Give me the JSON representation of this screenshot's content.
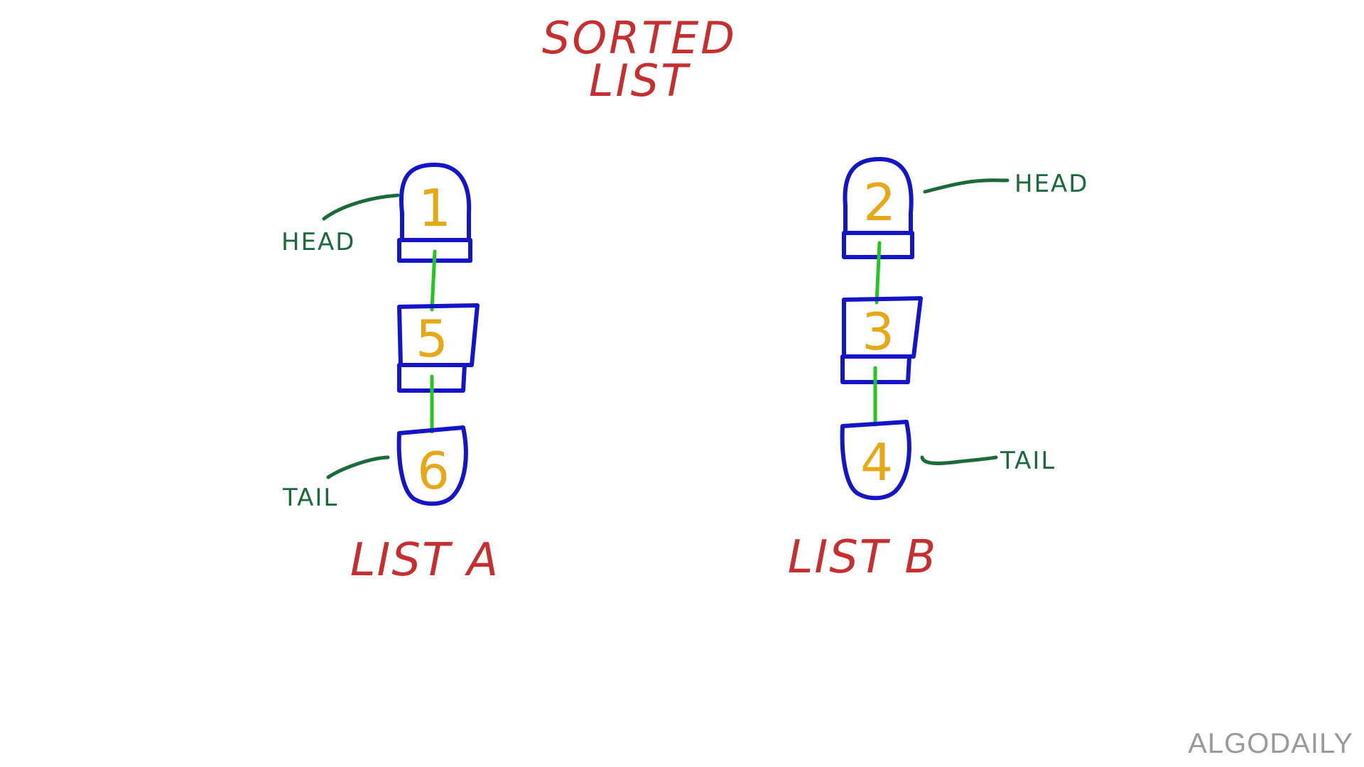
{
  "title": {
    "line1": "SORTED",
    "line2": "LIST"
  },
  "list_a": {
    "label": "LIST A",
    "nodes": [
      "1",
      "5",
      "6"
    ],
    "head_label": "HEAD",
    "tail_label": "TAIL"
  },
  "list_b": {
    "label": "LIST B",
    "nodes": [
      "2",
      "3",
      "4"
    ],
    "head_label": "HEAD",
    "tail_label": "TAIL"
  },
  "watermark": "ALGODAILY",
  "colors": {
    "title": "#c62f2f",
    "node_border": "#1414c8",
    "node_value": "#e6a817",
    "link": "#22c722",
    "pointer": "#1a6a3a",
    "watermark": "#9a9a9a"
  }
}
